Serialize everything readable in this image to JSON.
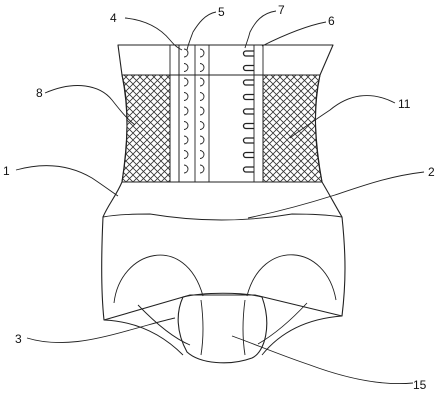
{
  "labels": {
    "l1": "1",
    "l2": "2",
    "l3": "3",
    "l4": "4",
    "l5": "5",
    "l6": "6",
    "l7": "7",
    "l8": "8",
    "l11": "11",
    "l15": "15"
  },
  "colors": {
    "stroke": "#222222",
    "background": "#ffffff"
  }
}
